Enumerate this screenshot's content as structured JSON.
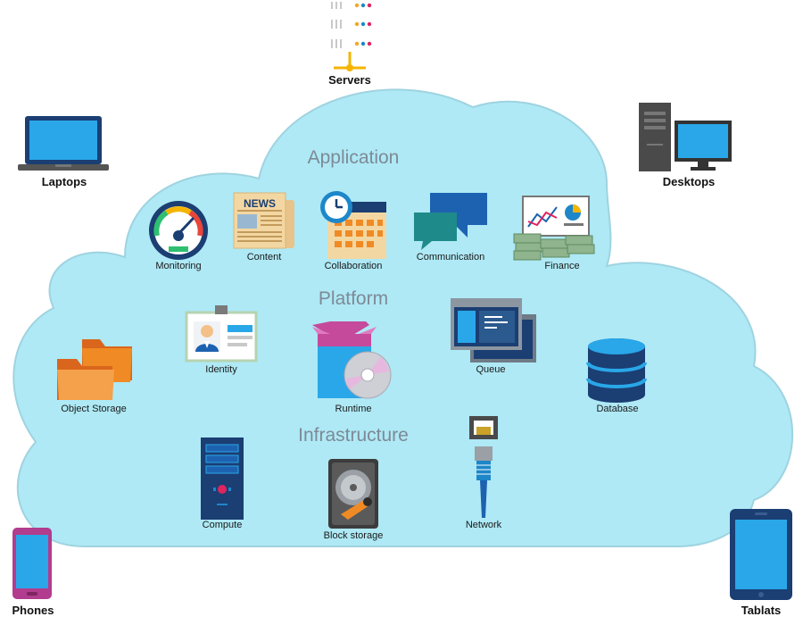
{
  "devices": {
    "servers": "Servers",
    "laptops": "Laptops",
    "desktops": "Desktops",
    "phones": "Phones",
    "tablets": "Tablats"
  },
  "sections": {
    "application": "Application",
    "platform": "Platform",
    "infrastructure": "Infrastructure"
  },
  "application_items": {
    "monitoring": "Monitoring",
    "content": "Content",
    "content_sign": "NEWS",
    "collaboration": "Collaboration",
    "communication": "Communication",
    "finance": "Finance"
  },
  "platform_items": {
    "object_storage": "Object Storage",
    "identity": "Identity",
    "runtime": "Runtime",
    "queue": "Queue",
    "database": "Database"
  },
  "infrastructure_items": {
    "compute": "Compute",
    "block_storage": "Block storage",
    "network": "Network"
  },
  "colors": {
    "cloud_fill": "#aee9f5",
    "cloud_stroke": "#9fd3e0",
    "section_text": "#7d8a96",
    "navy": "#1b3e73",
    "screen_blue": "#29a7e8",
    "folder_orange": "#f08a24"
  }
}
